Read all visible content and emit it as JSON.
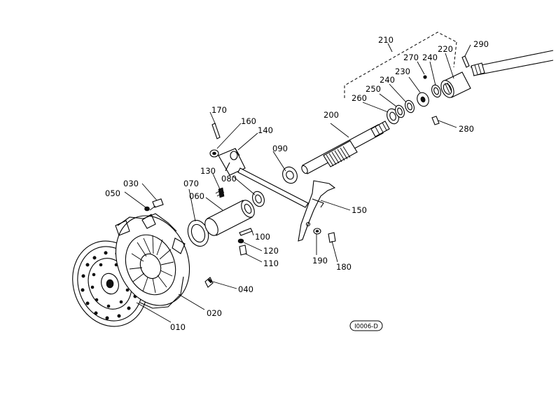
{
  "diagram_id": "I0006-D",
  "parts": [
    {
      "ref": "010"
    },
    {
      "ref": "020"
    },
    {
      "ref": "030"
    },
    {
      "ref": "040"
    },
    {
      "ref": "050"
    },
    {
      "ref": "060"
    },
    {
      "ref": "070"
    },
    {
      "ref": "080"
    },
    {
      "ref": "090"
    },
    {
      "ref": "100"
    },
    {
      "ref": "110"
    },
    {
      "ref": "120"
    },
    {
      "ref": "130"
    },
    {
      "ref": "140"
    },
    {
      "ref": "150"
    },
    {
      "ref": "160"
    },
    {
      "ref": "170"
    },
    {
      "ref": "180"
    },
    {
      "ref": "190"
    },
    {
      "ref": "200"
    },
    {
      "ref": "210"
    },
    {
      "ref": "220"
    },
    {
      "ref": "230"
    },
    {
      "ref": "240"
    },
    {
      "ref": "240"
    },
    {
      "ref": "250"
    },
    {
      "ref": "260"
    },
    {
      "ref": "270"
    },
    {
      "ref": "280"
    },
    {
      "ref": "290"
    }
  ]
}
